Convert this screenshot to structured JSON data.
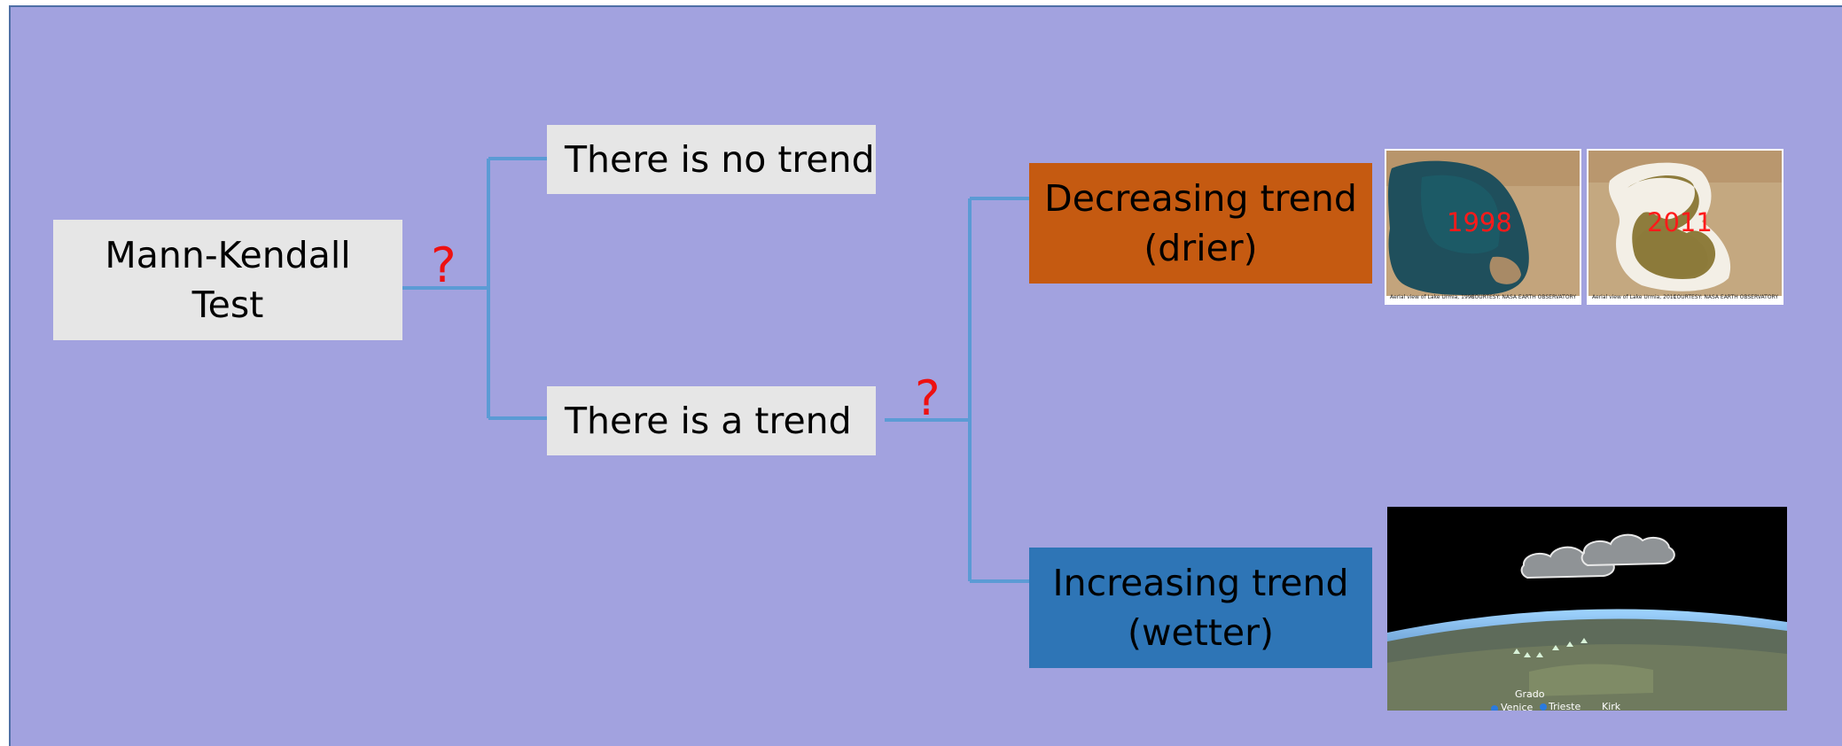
{
  "diagram": {
    "root": {
      "line1": "Mann-Kendall",
      "line2": "Test"
    },
    "no_trend": "There is no trend",
    "trend": "There is a trend",
    "decreasing": {
      "line1": "Decreasing trend",
      "line2": "(drier)"
    },
    "increasing": {
      "line1": "Increasing trend",
      "line2": "(wetter)"
    },
    "question_mark": "?"
  },
  "images": {
    "lake_1998": {
      "year": "1998",
      "caption_left": "Aerial view of Lake Urmia, 1998",
      "caption_right": "COURTESY: NASA EARTH OBSERVATORY"
    },
    "lake_2011": {
      "year": "2011",
      "caption_left": "Aerial view of Lake Urmia, 2011",
      "caption_right": "COURTESY: NASA EARTH OBSERVATORY"
    },
    "earth": {
      "places": [
        "Grado",
        "Venice",
        "Trieste",
        "Kirk"
      ]
    }
  },
  "colors": {
    "background": "#a2a2df",
    "connector": "#5b9bd5",
    "decreasing_fill": "#c55a11",
    "increasing_fill": "#2e75b6",
    "question_mark": "#ee1111"
  }
}
